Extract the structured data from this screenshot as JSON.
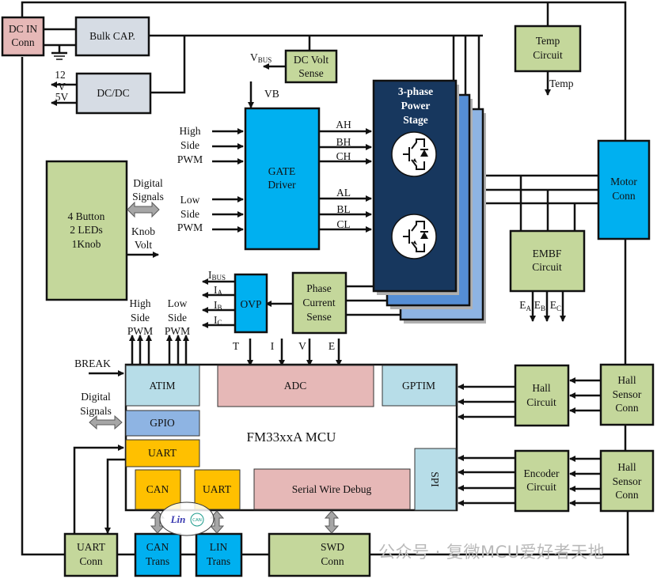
{
  "colors": {
    "pink": "#e6b8b7",
    "light_steel": "#d6dce4",
    "green": "#c4d79b",
    "cyan": "#00b0f0",
    "navy": "#17375e",
    "blue_mid": "#558ed5",
    "blue_light": "#8eb4e3",
    "light_blue": "#b7dde8",
    "gpio_blue": "#8eb4e3",
    "orange": "#ffc000",
    "adc_pink": "#e6b8b7"
  },
  "blocks": {
    "dc_in_conn": [
      "DC IN",
      "Conn"
    ],
    "bulk_cap": "Bulk CAP.",
    "dc_dc": "DC/DC",
    "dc_volt_sense": [
      "DC Volt",
      "Sense"
    ],
    "temp_circuit": [
      "Temp",
      "Circuit"
    ],
    "gate_driver": [
      "GATE",
      "Driver"
    ],
    "power_stage": [
      "3-phase",
      "Power",
      "Stage"
    ],
    "motor_conn": [
      "Motor",
      "Conn"
    ],
    "embf_circuit": [
      "EMBF",
      "Circuit"
    ],
    "ui_panel": [
      "4 Button",
      "2 LEDs",
      "1Knob"
    ],
    "ovp": "OVP",
    "phase_current_sense": [
      "Phase",
      "Current",
      "Sense"
    ],
    "mcu": {
      "title": "FM33xxA  MCU",
      "atim": "ATIM",
      "adc": "ADC",
      "gptim": "GPTIM",
      "gpio": "GPIO",
      "uart1": "UART",
      "can": "CAN",
      "uart2": "UART",
      "swd": "Serial Wire Debug",
      "spi": "SPI"
    },
    "hall_circuit": [
      "Hall",
      "Circuit"
    ],
    "hall_sensor_conn_1": [
      "Hall",
      "Sensor",
      "Conn"
    ],
    "encoder_circuit": [
      "Encoder",
      "Circuit"
    ],
    "hall_sensor_conn_2": [
      "Hall",
      "Sensor",
      "Conn"
    ],
    "uart_conn": [
      "UART",
      "Conn"
    ],
    "can_trans": [
      "CAN",
      "Trans"
    ],
    "lin_trans": [
      "LIN",
      "Trans"
    ],
    "swd_conn": [
      "SWD",
      "Conn"
    ]
  },
  "labels": {
    "out_12v": [
      "12",
      "V"
    ],
    "out_5v": "5V",
    "vbus_main": "V",
    "vbus_sub": "BUS",
    "vb": "VB",
    "temp_out": "Temp",
    "high_side_pwm": [
      "High",
      "Side",
      "PWM"
    ],
    "low_side_pwm": [
      "Low",
      "Side",
      "PWM"
    ],
    "gate_outputs": [
      "AH",
      "BH",
      "CH",
      "AL",
      "BL",
      "CL"
    ],
    "digital_signals": [
      "Digital",
      "Signals"
    ],
    "knob_volt": [
      "Knob",
      "Volt"
    ],
    "ovp_outputs": [
      {
        "main": "I",
        "sub": "BUS"
      },
      {
        "main": "I",
        "sub": "A"
      },
      {
        "main": "I",
        "sub": "B"
      },
      {
        "main": "I",
        "sub": "C"
      }
    ],
    "adc_inputs": [
      "T",
      "I",
      "V",
      "E"
    ],
    "embf_outputs": [
      {
        "main": "E",
        "sub": "A"
      },
      {
        "main": "E",
        "sub": "B"
      },
      {
        "main": "E",
        "sub": "C"
      }
    ],
    "break": "BREAK",
    "mcu_digital_signals": [
      "Digital",
      "Signals"
    ],
    "logo_lin": "Lin",
    "logo_can": "CAN"
  },
  "watermark": "公众号 · 复微MCU爱好者天地"
}
